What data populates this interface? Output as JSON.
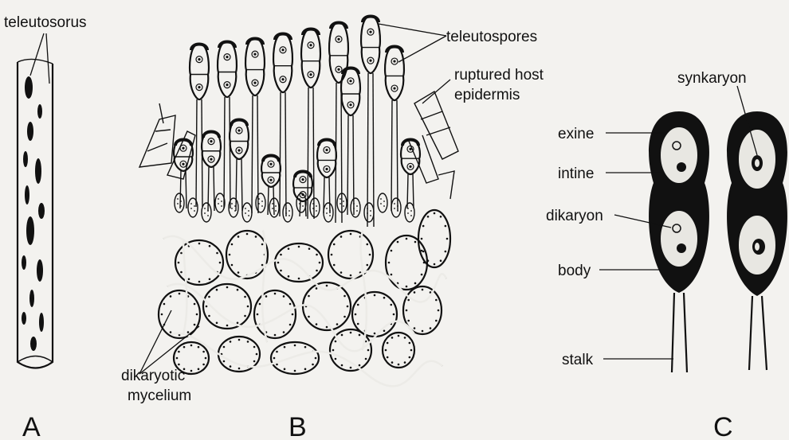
{
  "labels": {
    "teleutosorus": "teleutosorus",
    "teleutospores": "teleutospores",
    "ruptured_host_line1": "ruptured host",
    "ruptured_host_line2": "epidermis",
    "dikaryotic_line1": "dikaryotic",
    "dikaryotic_line2": "mycelium",
    "synkaryon": "synkaryon",
    "exine": "exine",
    "intine": "intine",
    "dikaryon": "dikaryon",
    "body": "body",
    "stalk": "stalk"
  },
  "panels": {
    "a": "A",
    "b": "B",
    "c": "C"
  },
  "colors": {
    "paper": "#f3f2ef",
    "ink": "#111111"
  }
}
